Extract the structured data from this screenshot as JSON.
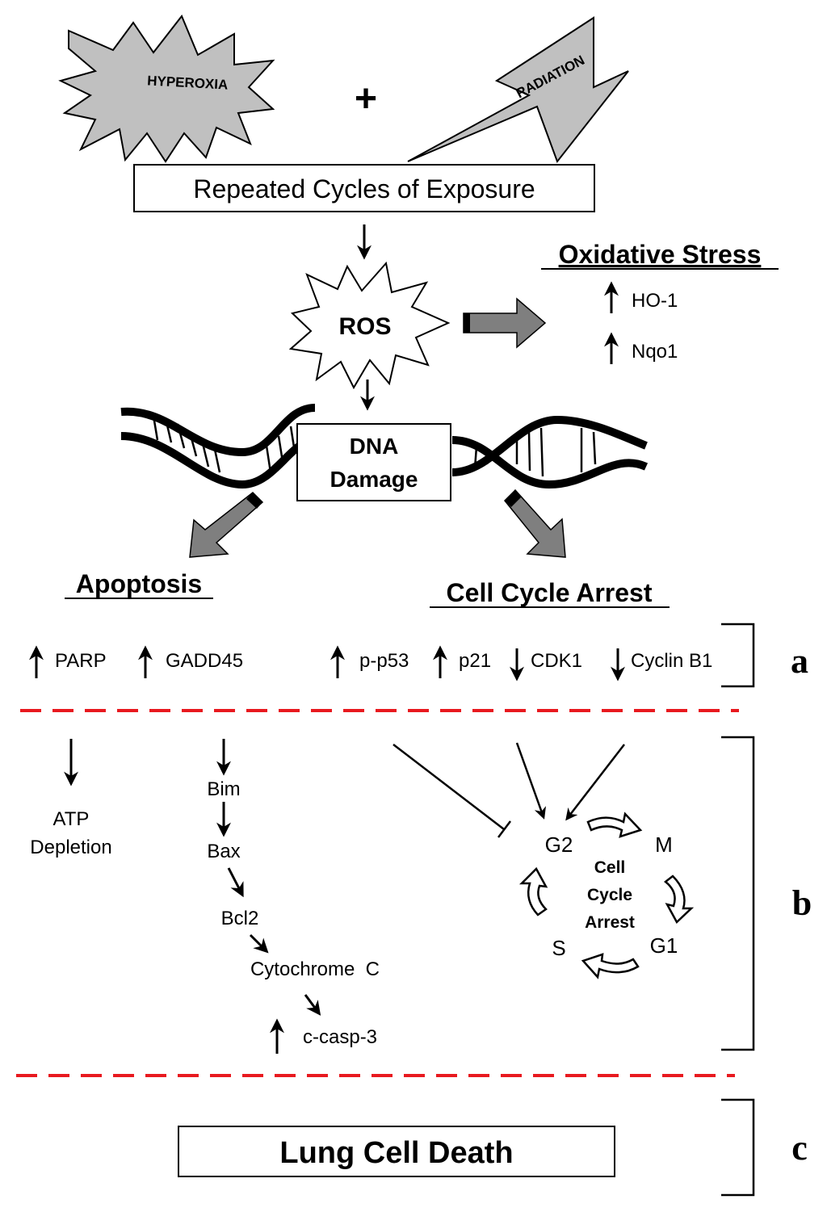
{
  "top": {
    "hyperoxia": "HYPEROXIA",
    "plus": "+",
    "radiation": "RADIATION",
    "exposure_box": "Repeated Cycles of Exposure"
  },
  "ros": "ROS",
  "oxidative_stress": {
    "title": "Oxidative Stress",
    "markers": [
      {
        "direction": "up",
        "label": "HO-1"
      },
      {
        "direction": "up",
        "label": "Nqo1"
      }
    ]
  },
  "dna_damage": {
    "line1": "DNA",
    "line2": "Damage"
  },
  "apoptosis_title": "Apoptosis",
  "cell_cycle_arrest_title": "Cell Cycle Arrest",
  "row_a": {
    "markers": [
      {
        "direction": "up",
        "label": "PARP"
      },
      {
        "direction": "up",
        "label": "GADD45"
      },
      {
        "direction": "up",
        "label": "p-p53"
      },
      {
        "direction": "up",
        "label": "p21"
      },
      {
        "direction": "down",
        "label": "CDK1"
      },
      {
        "direction": "down",
        "label": "Cyclin B1"
      }
    ]
  },
  "section_b": {
    "atp_line1": "ATP",
    "atp_line2": "Depletion",
    "cascade": [
      "Bim",
      "Bax",
      "Bcl2",
      "Cytochrome  C",
      "c-casp-3"
    ],
    "cycle": {
      "phases": [
        "G2",
        "M",
        "G1",
        "S"
      ],
      "center": [
        "Cell",
        "Cycle",
        "Arrest"
      ]
    }
  },
  "section_c": {
    "box": "Lung Cell Death"
  },
  "section_labels": [
    "a",
    "b",
    "c"
  ],
  "colors": {
    "starburst_fill": "#c0c0c0",
    "grey_arrow": "#7f7f7f",
    "divider": "#e8191f",
    "ink": "#000000"
  }
}
